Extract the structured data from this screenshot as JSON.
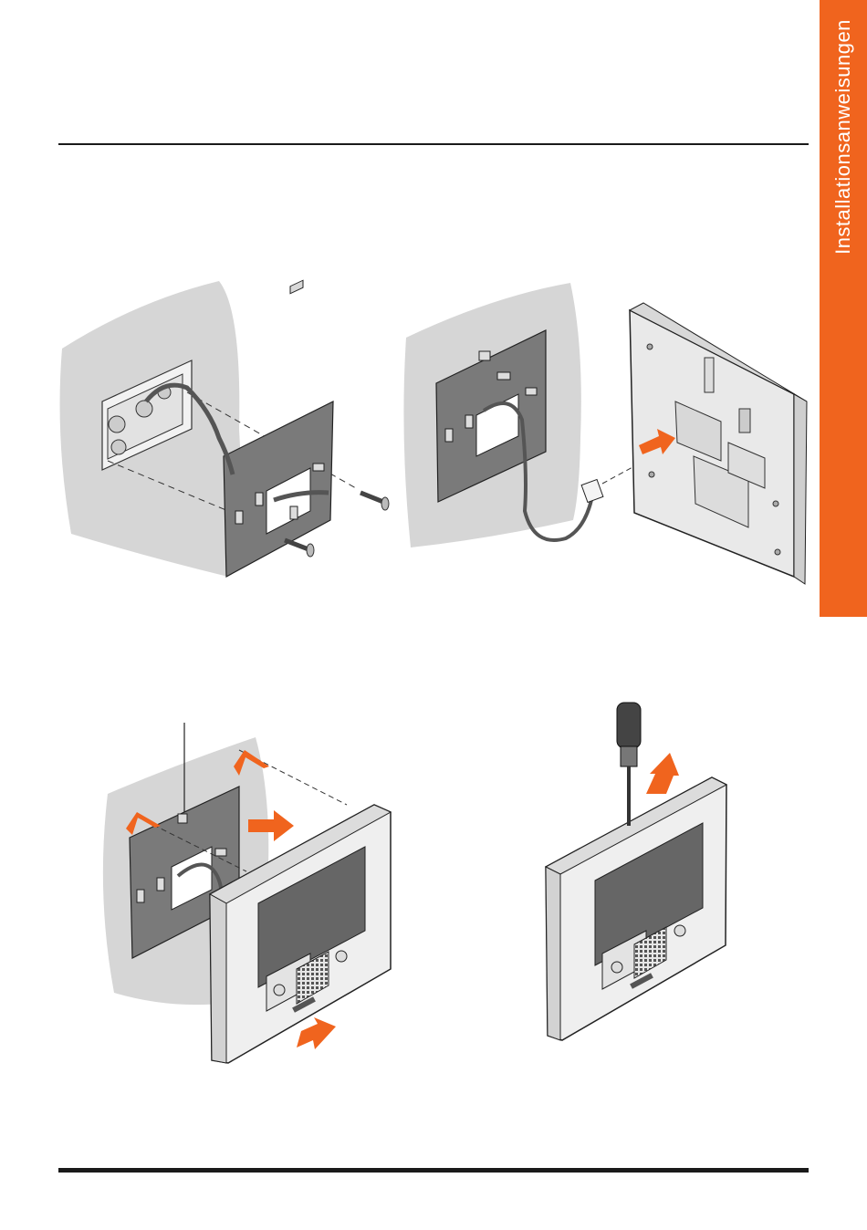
{
  "sidebar": {
    "label": "Installationsanweisungen",
    "color": "#f0641e"
  },
  "colors": {
    "accent": "#f0641e",
    "wall": "#d5d5d5",
    "plate": "#7a7a7a",
    "device": "#eeeeee",
    "screen": "#666666"
  },
  "figures": [
    {
      "name": "mount-plate-on-box",
      "step": 1
    },
    {
      "name": "connect-terminal-to-device",
      "step": 2
    },
    {
      "name": "hang-device-on-plate",
      "step": 3
    },
    {
      "name": "release-device-with-screwdriver",
      "step": 4
    }
  ]
}
